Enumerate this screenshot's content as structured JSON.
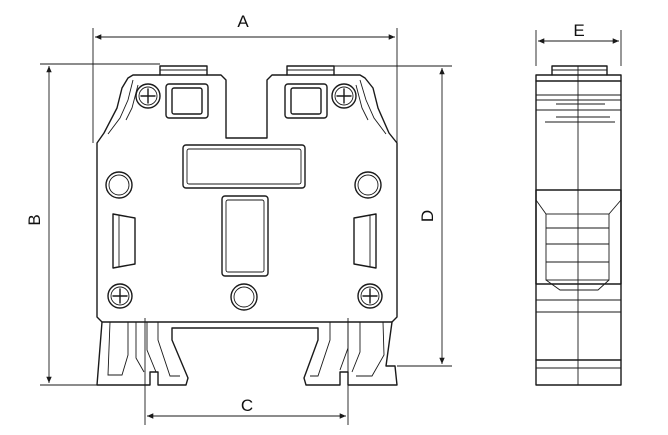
{
  "dimensions": {
    "a": "A",
    "b": "B",
    "c": "C",
    "d": "D",
    "e": "E"
  },
  "colors": {
    "line": "#1a1a1a",
    "background": "#ffffff"
  }
}
